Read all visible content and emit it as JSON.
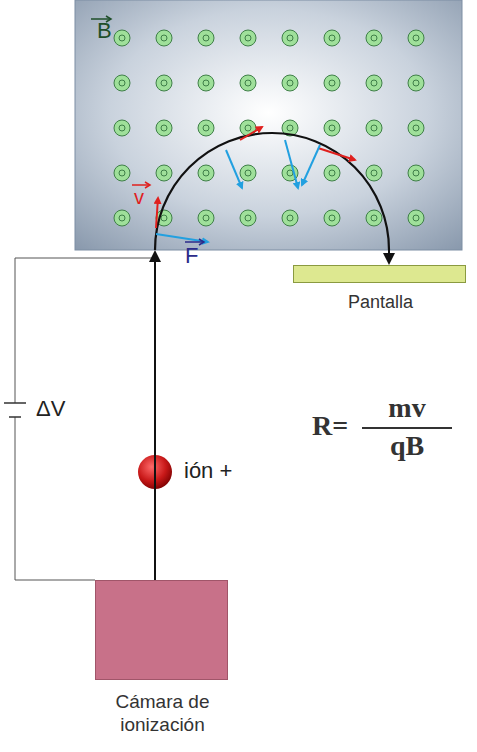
{
  "diagram": {
    "nodes": [
      {
        "text": [
          "B"
        ]
      },
      {
        "text": [
          "Pantalla"
        ]
      },
      {
        "text": [
          "Cámara de ionización"
        ]
      }
    ],
    "edges": [
      {
        "from": 2,
        "to": 0,
        "arrow": "to"
      },
      {
        "from": 0,
        "to": 1,
        "arrow": "to"
      }
    ],
    "labels": [
      "v",
      "F",
      "ΔV",
      "ión +",
      "R=",
      "mv",
      "qB"
    ]
  }
}
